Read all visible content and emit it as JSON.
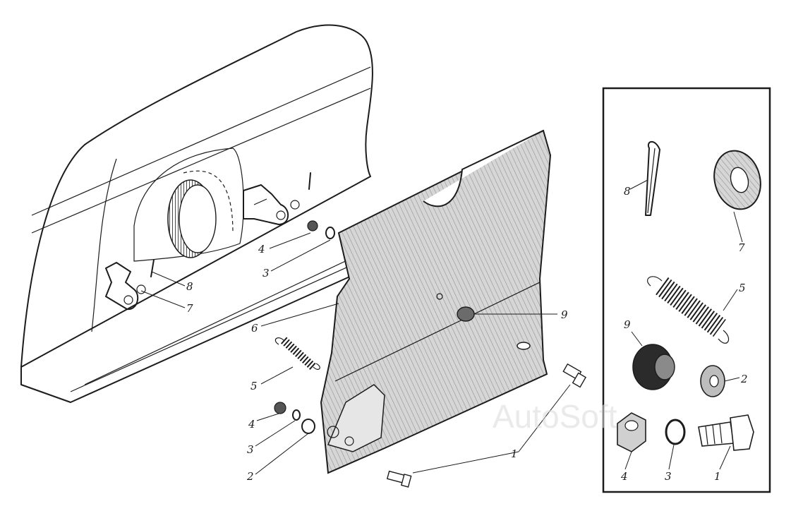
{
  "watermark": "AutoSoft",
  "callouts": {
    "main": {
      "c8": "8",
      "c7": "7",
      "c4_top": "4",
      "c3_top": "3",
      "c6": "6",
      "c9": "9",
      "c5": "5",
      "c4_bottom": "4",
      "c3_bottom": "3",
      "c2": "2",
      "c1": "1"
    },
    "inset": {
      "c8": "8",
      "c7": "7",
      "c5": "5",
      "c9": "9",
      "c2": "2",
      "c4": "4",
      "c3": "3",
      "c1": "1"
    }
  },
  "colors": {
    "ink": "#1c1c1c",
    "paper": "#ffffff",
    "panel_shade": "#cfcfcf",
    "watermark": "#d9d9d9"
  }
}
